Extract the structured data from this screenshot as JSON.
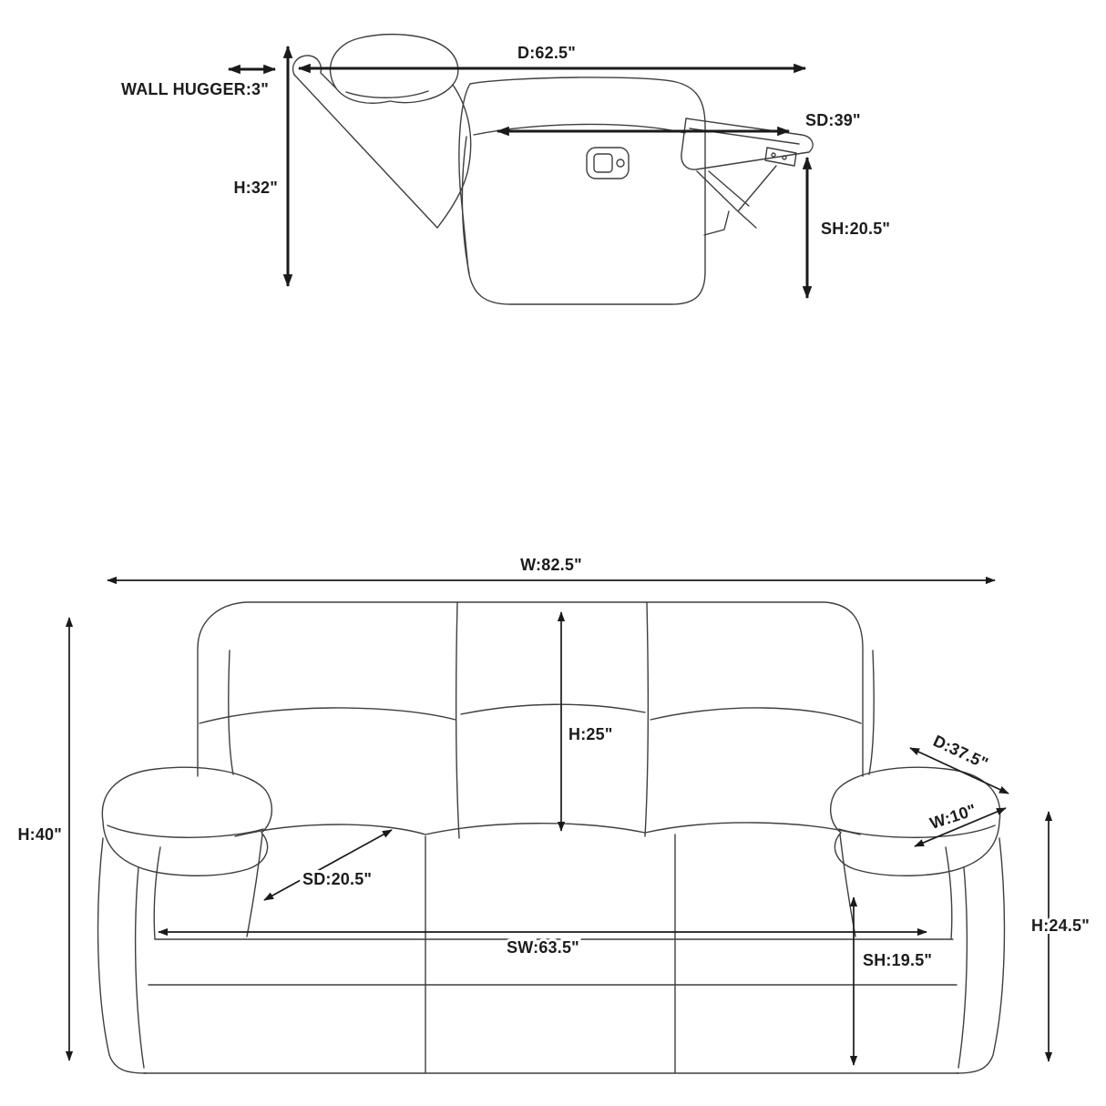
{
  "page": {
    "background": "#ffffff",
    "line_color": "#3f3f3f",
    "arrow_color": "#1a1a1a"
  },
  "recliner": {
    "view_name": "recliner-side-view",
    "dims": {
      "depth": "D:62.5\"",
      "wall_hugger": "WALL HUGGER:3\"",
      "height": "H:32\"",
      "seat_depth": "SD:39\"",
      "seat_height": "SH:20.5\""
    }
  },
  "sofa": {
    "view_name": "sofa-front-view",
    "dims": {
      "width": "W:82.5\"",
      "height": "H:40\"",
      "back_height": "H:25\"",
      "depth": "D:37.5\"",
      "arm_width": "W:10\"",
      "seat_depth": "SD:20.5\"",
      "seat_width": "SW:63.5\"",
      "seat_height": "SH:19.5\"",
      "arm_height": "H:24.5\""
    }
  }
}
